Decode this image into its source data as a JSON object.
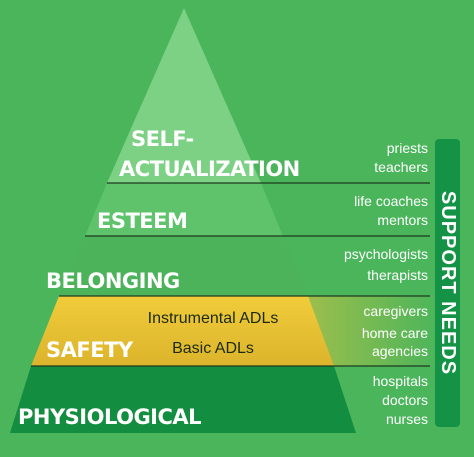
{
  "levels": {
    "self_actualization": {
      "line1": "SELF-",
      "line2": "ACTUALIZATION"
    },
    "esteem": {
      "label": "ESTEEM"
    },
    "belonging": {
      "label": "BELONGING"
    },
    "safety": {
      "label": "SAFETY",
      "items": [
        "Instrumental ADLs",
        "Basic ADLs"
      ]
    },
    "physiological": {
      "label": "PHYSIOLOGICAL"
    }
  },
  "support_needs": {
    "title": "SUPPORT NEEDS",
    "groups": [
      [
        "priests",
        "teachers"
      ],
      [
        "life coaches",
        "mentors"
      ],
      [
        "psychologists",
        "therapists"
      ],
      [
        "caregivers",
        "home care",
        "agencies"
      ],
      [
        "hospitals",
        "doctors",
        "nurses"
      ]
    ]
  },
  "colors": {
    "background": "#4ab55b",
    "self_actualization": "#7dd185",
    "esteem": "#5fc36c",
    "belonging": "#4cb35b",
    "safety": "#e5bf34",
    "physiological": "#138d3f",
    "support_bar": "#149347"
  }
}
